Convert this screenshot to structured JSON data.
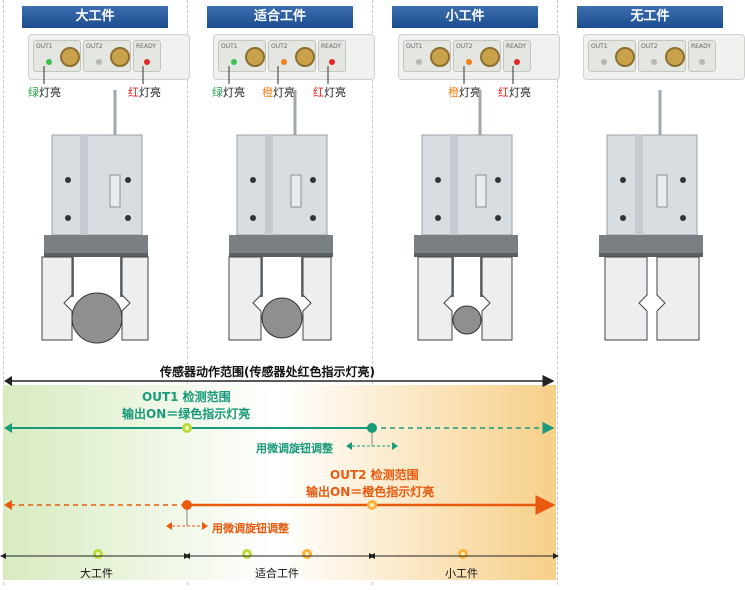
{
  "columns": [
    {
      "title": "大工件",
      "ready_label": "READY"
    },
    {
      "title": "适合工件",
      "ready_label": "READY"
    },
    {
      "title": "小工件",
      "ready_label": "READY"
    },
    {
      "title": "无工件",
      "ready_label": "READY"
    }
  ],
  "panel_labels": {
    "out1": "OUT1",
    "out2": "OUT2",
    "ready": "READY"
  },
  "notes": {
    "green": "绿",
    "orange": "橙",
    "red": "红",
    "suffix": "灯亮"
  },
  "range_title": "传感器动作范围(传感器处红色指示灯亮)",
  "out1": {
    "line1": "OUT1 检测范围",
    "line2": "输出ON＝绿色指示灯亮",
    "adjust": "用微调旋钮调整"
  },
  "out2": {
    "line1": "OUT2 检测范围",
    "line2": "输出ON＝橙色指示灯亮",
    "adjust": "用微调旋钮调整"
  },
  "bottom_labels": [
    "大工件",
    "适合工件",
    "小工件"
  ],
  "colors": {
    "title_blue": "#1a4c8f",
    "out1_green": "#1a9a7a",
    "out2_orange": "#e85a10",
    "led_green": "#3cc050",
    "led_orange": "#f08018",
    "led_red": "#e02828"
  }
}
